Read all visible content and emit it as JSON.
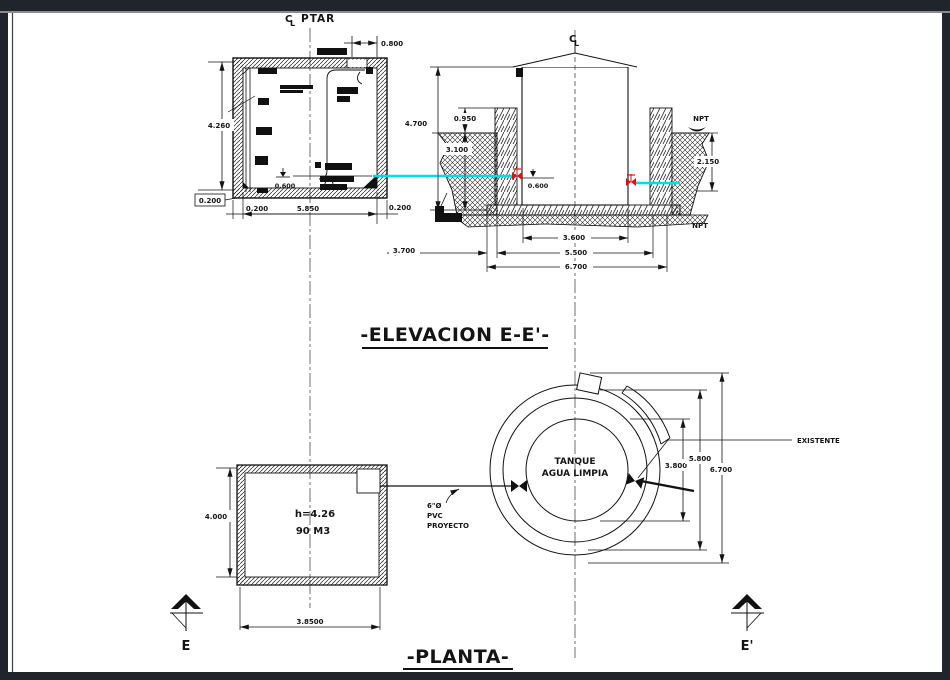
{
  "sheet": {
    "section_label": {
      "c": "C",
      "l": "L",
      "name": "PTAR"
    },
    "elevation": {
      "title": "-ELEVACION E-E'-",
      "cl": {
        "c": "C",
        "l": "L"
      },
      "npt_upper": "NPT",
      "npt_lower": "NPT",
      "dims": {
        "d0800": "0.800",
        "d4260": "4.260",
        "d0200_box": "0.200",
        "d0200_left": "0.200",
        "d5850": "5.850",
        "d0200_right": "0.200",
        "d0600_left": "0.600",
        "d4700": "4.700",
        "d0950": "0.950",
        "d3100": "3.100",
        "d2150": "2.150",
        "d0600_right": "0.600",
        "d3600": "3.600",
        "d5500": "5.500",
        "d6700": "6.700",
        "d3700": "3.700"
      }
    },
    "plan": {
      "title": "-PLANTA-",
      "rect_tank": {
        "height": "h=4.26",
        "volume": "90 M3",
        "d4000": "4.000",
        "d38500": "3.8500"
      },
      "pipe": {
        "l1": "6\"Ø",
        "l2": "PVC",
        "l3": "PROYECTO"
      },
      "tank": {
        "l1": "TANQUE",
        "l2": "AGUA LIMPIA",
        "d3800": "3.800",
        "d5800": "5.800",
        "d6700": "6.700",
        "existing": "EXISTENTE"
      },
      "markers": {
        "left": "E",
        "right": "E'"
      }
    },
    "colors": {
      "pipe_cyan": "#00dde8",
      "valve_red": "#dd1111",
      "ink": "#141414"
    }
  }
}
